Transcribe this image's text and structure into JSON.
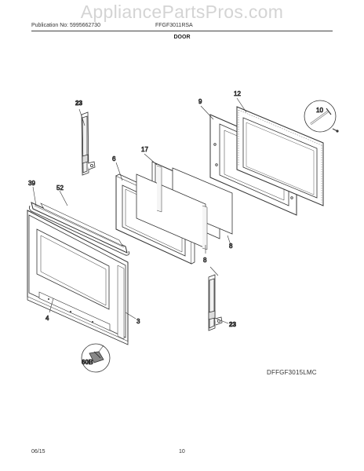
{
  "watermark": "AppliancePartsPros.com",
  "header": {
    "publication": "Publication No: 5995662730",
    "model": "FFGF3011RSA",
    "section": "DOOR"
  },
  "diagram": {
    "drawing_code": "DFFGF3015LMC",
    "labels": {
      "l23a": "23",
      "l9": "9",
      "l12": "12",
      "l10": "10",
      "l17": "17",
      "l6": "6",
      "l39": "39",
      "l52": "52",
      "l8a": "8",
      "l8b": "8",
      "l4": "4",
      "l3": "3",
      "l23b": "23",
      "l60b": "60B"
    }
  },
  "footer": {
    "date": "06/15",
    "page": "10"
  }
}
